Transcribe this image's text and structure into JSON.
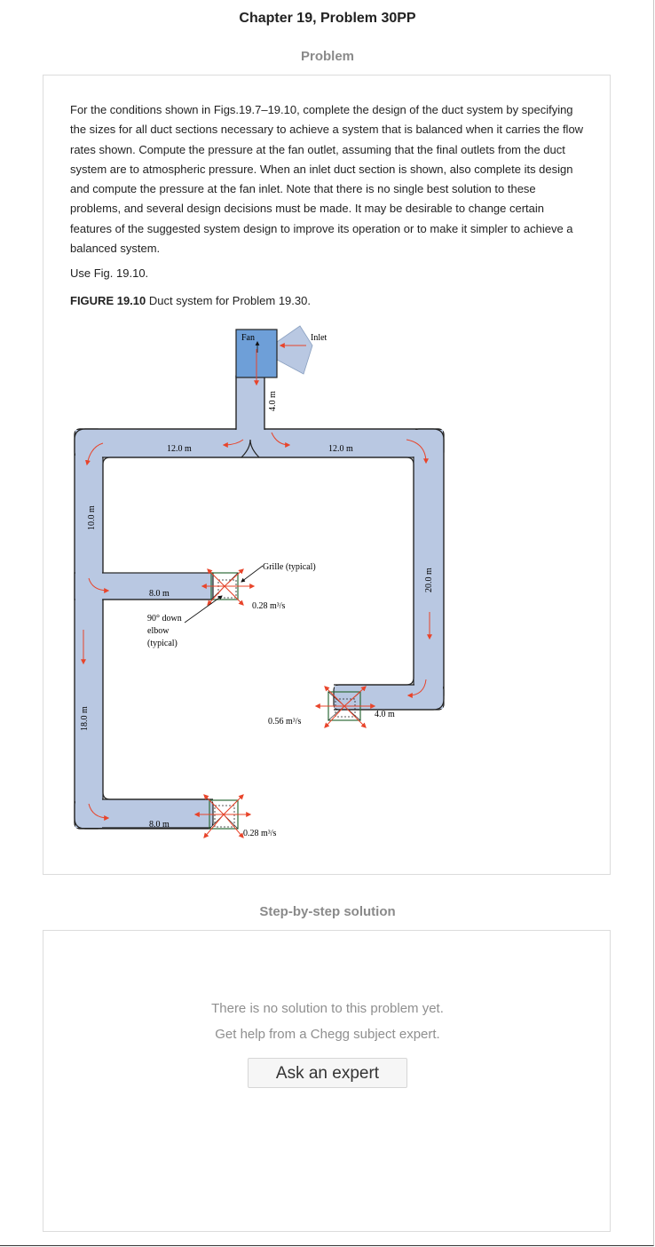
{
  "header": {
    "title": "Chapter 19, Problem 30PP"
  },
  "problem": {
    "section_label": "Problem",
    "text": "For the conditions shown in Figs.19.7–19.10, complete the design of the duct system by specifying the sizes for all duct sections necessary to achieve a system that is balanced when it carries the flow rates shown. Compute the pressure at the fan outlet, assuming that the final outlets from the duct system are to atmospheric pressure. When an inlet duct section is shown, also complete its design and compute the pressure at the fan inlet. Note that there is no single best solution to these problems, and several design decisions must be made. It may be desirable to change certain features of the suggested system design to improve its operation or to make it simpler to achieve a balanced system.",
    "use_fig": "Use Fig. 19.10.",
    "figure_number": "FIGURE 19.10",
    "figure_caption": "Duct system for Problem 19.30."
  },
  "figure": {
    "fan": "Fan",
    "inlet": "Inlet",
    "dim_fan_drop": "4.0 m",
    "dim_top_left": "12.0 m",
    "dim_top_right": "12.0 m",
    "dim_left_upper": "10.0 m",
    "dim_right": "20.0 m",
    "dim_left_lower": "18.0 m",
    "dim_branch_upper": "8.0 m",
    "dim_branch_lower": "8.0 m",
    "dim_right_stub": "4.0 m",
    "grille_label": "Grille (typical)",
    "elbow_line1": "90° down",
    "elbow_line2": "elbow",
    "elbow_line3": "(typical)",
    "flow_upper": "0.28 m³/s",
    "flow_right": "0.56 m³/s",
    "flow_lower": "0.28 m³/s",
    "colors": {
      "duct": "#b9c8e2",
      "fan": "#6e9fd8",
      "arrow": "#e8442a",
      "grille": "#2e6b3a"
    }
  },
  "solution": {
    "section_label": "Step-by-step solution",
    "empty_line1": "There is no solution to this problem yet.",
    "empty_line2": "Get help from a Chegg subject expert.",
    "ask_button": "Ask an expert"
  }
}
